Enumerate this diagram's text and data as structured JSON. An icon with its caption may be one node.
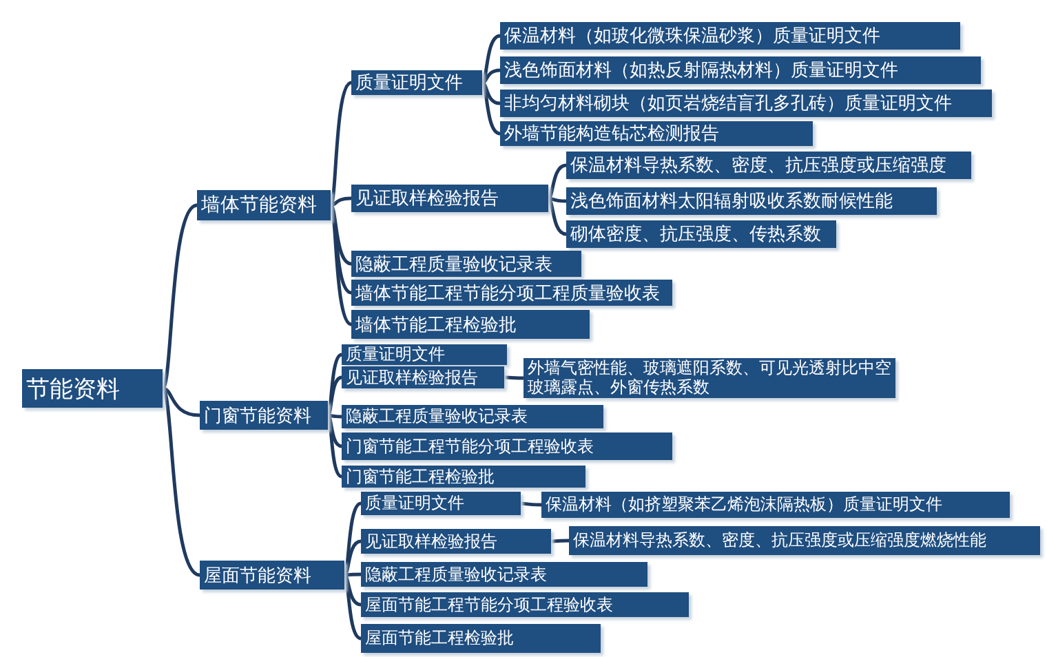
{
  "diagram": {
    "nodes": [
      {
        "text": [
          "节能资料"
        ]
      },
      {
        "text": [
          "墙体节能资料"
        ]
      },
      {
        "text": [
          "质量证明文件"
        ]
      },
      {
        "text": [
          "保温材料（如玻化微珠保温砂浆）质量证明文件"
        ]
      },
      {
        "text": [
          "浅色饰面材料（如热反射隔热材料）质量证明文件"
        ]
      },
      {
        "text": [
          "非均匀材料砌块（如页岩烧结盲孔多孔砖）质量证明文件"
        ]
      },
      {
        "text": [
          "外墙节能构造钻芯检测报告"
        ]
      },
      {
        "text": [
          "见证取样检验报告"
        ]
      },
      {
        "text": [
          "保温材料导热系数、密度、抗压强度或压缩强度"
        ]
      },
      {
        "text": [
          "浅色饰面材料太阳辐射吸收系数耐候性能"
        ]
      },
      {
        "text": [
          "砌体密度、抗压强度、传热系数"
        ]
      },
      {
        "text": [
          "隐蔽工程质量验收记录表"
        ]
      },
      {
        "text": [
          "墙体节能工程节能分项工程质量验收表"
        ]
      },
      {
        "text": [
          "墙体节能工程检验批"
        ]
      },
      {
        "text": [
          "门窗节能资料"
        ]
      },
      {
        "text": [
          "质量证明文件"
        ]
      },
      {
        "text": [
          "见证取样检验报告"
        ]
      },
      {
        "text": [
          "外墙气密性能、玻璃遮阳系数、可见光透射比中空玻璃露点、外窗传热系数"
        ]
      },
      {
        "text": [
          "隐蔽工程质量验收记录表"
        ]
      },
      {
        "text": [
          "门窗节能工程节能分项工程验收表"
        ]
      },
      {
        "text": [
          "门窗节能工程检验批"
        ]
      },
      {
        "text": [
          "屋面节能资料"
        ]
      },
      {
        "text": [
          "质量证明文件"
        ]
      },
      {
        "text": [
          "保温材料（如挤塑聚苯乙烯泡沫隔热板）质量证明文件"
        ]
      },
      {
        "text": [
          "见证取样检验报告"
        ]
      },
      {
        "text": [
          "保温材料导热系数、密度、抗压强度或压缩强度燃烧性能"
        ]
      },
      {
        "text": [
          "隐蔽工程质量验收记录表"
        ]
      },
      {
        "text": [
          "屋面节能工程节能分项工程验收表"
        ]
      },
      {
        "text": [
          "屋面节能工程检验批"
        ]
      }
    ],
    "edges": [
      {
        "from": 0,
        "to": 1,
        "arrow": "none"
      },
      {
        "from": 1,
        "to": 2,
        "arrow": "none"
      },
      {
        "from": 2,
        "to": 3,
        "arrow": "none"
      },
      {
        "from": 2,
        "to": 4,
        "arrow": "none"
      },
      {
        "from": 2,
        "to": 5,
        "arrow": "none"
      },
      {
        "from": 2,
        "to": 6,
        "arrow": "none"
      },
      {
        "from": 1,
        "to": 7,
        "arrow": "none"
      },
      {
        "from": 7,
        "to": 8,
        "arrow": "none"
      },
      {
        "from": 7,
        "to": 9,
        "arrow": "none"
      },
      {
        "from": 7,
        "to": 10,
        "arrow": "none"
      },
      {
        "from": 1,
        "to": 11,
        "arrow": "none"
      },
      {
        "from": 1,
        "to": 12,
        "arrow": "none"
      },
      {
        "from": 1,
        "to": 13,
        "arrow": "none"
      },
      {
        "from": 0,
        "to": 14,
        "arrow": "none"
      },
      {
        "from": 14,
        "to": 15,
        "arrow": "none"
      },
      {
        "from": 14,
        "to": 16,
        "arrow": "none"
      },
      {
        "from": 16,
        "to": 17,
        "arrow": "none"
      },
      {
        "from": 14,
        "to": 18,
        "arrow": "none"
      },
      {
        "from": 14,
        "to": 19,
        "arrow": "none"
      },
      {
        "from": 14,
        "to": 20,
        "arrow": "none"
      },
      {
        "from": 0,
        "to": 21,
        "arrow": "none"
      },
      {
        "from": 21,
        "to": 22,
        "arrow": "none"
      },
      {
        "from": 22,
        "to": 23,
        "arrow": "none"
      },
      {
        "from": 21,
        "to": 24,
        "arrow": "none"
      },
      {
        "from": 24,
        "to": 25,
        "arrow": "none"
      },
      {
        "from": 21,
        "to": 26,
        "arrow": "none"
      },
      {
        "from": 21,
        "to": 27,
        "arrow": "none"
      },
      {
        "from": 21,
        "to": 28,
        "arrow": "none"
      }
    ]
  }
}
